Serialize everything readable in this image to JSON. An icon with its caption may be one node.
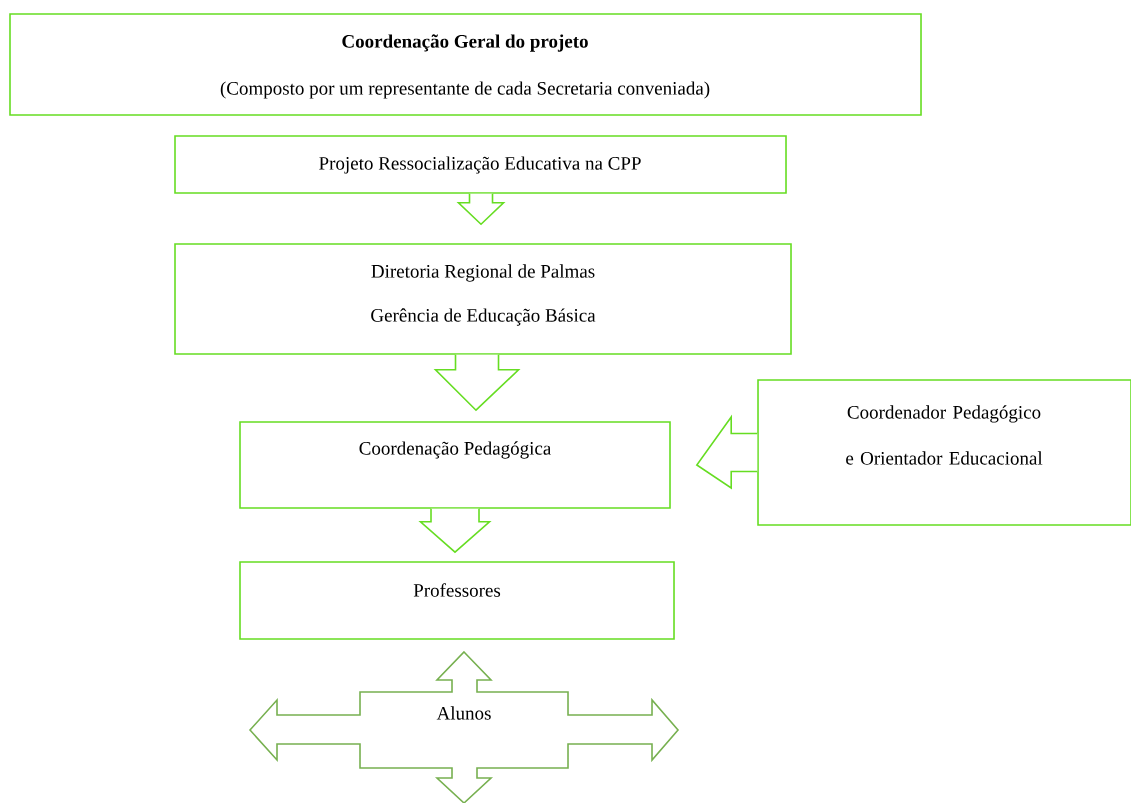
{
  "diagram": {
    "nodes": [
      {
        "text": [
          "**Coordenação Geral do projeto**",
          "(Composto por um representante de cada Secretaria conveniada)"
        ]
      },
      {
        "text": [
          "Projeto Ressocialização Educativa na CPP"
        ]
      },
      {
        "text": [
          "Diretoria Regional de Palmas",
          "Gerência de Educação Básica"
        ]
      },
      {
        "text": [
          "Coordenação Pedagógica"
        ]
      },
      {
        "text": [
          "Coordenador Pedagógico e Orientador Educacional"
        ]
      },
      {
        "text": [
          "Professores"
        ]
      },
      {
        "text": [
          "Alunos"
        ]
      }
    ],
    "edges": [
      {
        "from": 1,
        "to": 2,
        "arrow": "to"
      },
      {
        "from": 2,
        "to": 3,
        "arrow": "to"
      },
      {
        "from": 4,
        "to": 3,
        "arrow": "to"
      },
      {
        "from": 3,
        "to": 5,
        "arrow": "to"
      }
    ]
  }
}
